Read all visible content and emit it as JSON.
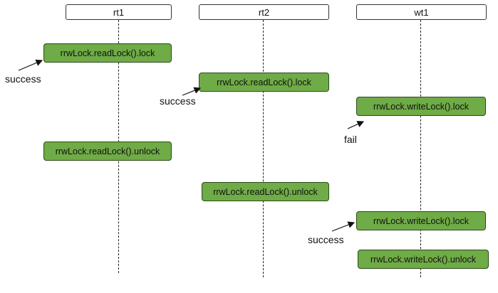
{
  "lifelines": [
    {
      "id": "rt1",
      "label": "rt1"
    },
    {
      "id": "rt2",
      "label": "rt2"
    },
    {
      "id": "wt1",
      "label": "wt1"
    }
  ],
  "operations": [
    {
      "lifeline": "rt1",
      "label": "rrwLock.readLock().lock"
    },
    {
      "lifeline": "rt2",
      "label": "rrwLock.readLock().lock"
    },
    {
      "lifeline": "wt1",
      "label": "rrwLock.writeLock().lock"
    },
    {
      "lifeline": "rt1",
      "label": "rrwLock.readLock().unlock"
    },
    {
      "lifeline": "rt2",
      "label": "rrwLock.readLock().unlock"
    },
    {
      "lifeline": "wt1",
      "label": "rrwLock.writeLock().lock"
    },
    {
      "lifeline": "wt1",
      "label": "rrwLock.writeLock().unlock"
    }
  ],
  "notes": [
    {
      "text": "success",
      "target": "op-0"
    },
    {
      "text": "success",
      "target": "op-1"
    },
    {
      "text": "fail",
      "target": "op-2"
    },
    {
      "text": "success",
      "target": "op-5"
    }
  ],
  "colors": {
    "box_fill": "#6fab46",
    "box_border": "#2d4a1b",
    "line": "#222222"
  }
}
